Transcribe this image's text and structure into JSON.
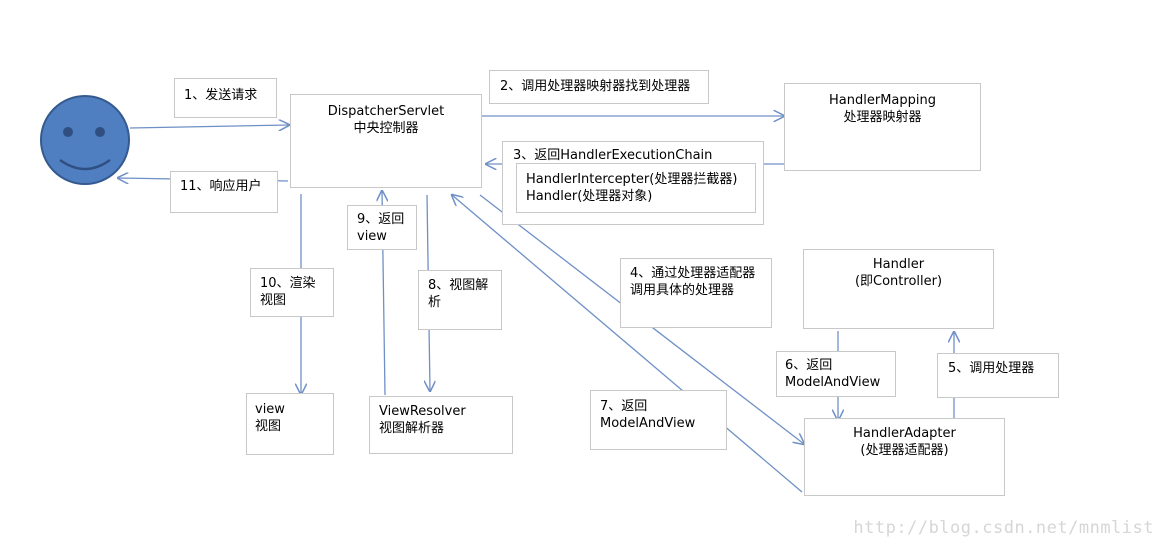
{
  "colors": {
    "user_fill": "#4f7fc0",
    "user_stroke": "#355a90",
    "wire": "#6f90c6",
    "box_border": "#c8c8c8"
  },
  "icons": {
    "user": "smiley-face-icon"
  },
  "nodes": {
    "dispatcher": {
      "line1": "DispatcherServlet",
      "line2": "中央控制器"
    },
    "handler_mapping": {
      "line1": "HandlerMapping",
      "line2": "处理器映射器"
    },
    "execution_chain": {
      "line1": "HandlerIntercepter(处理器拦截器)",
      "line2": "Handler(处理器对象)"
    },
    "handler": {
      "line1": "Handler",
      "line2": "(即Controller)"
    },
    "handler_adapter": {
      "line1": "HandlerAdapter",
      "line2": "(处理器适配器)"
    },
    "view": {
      "line1": "view",
      "line2": "视图"
    },
    "view_resolver": {
      "line1": "ViewResolver",
      "line2": "视图解析器"
    }
  },
  "steps": {
    "s1": "1、发送请求",
    "s2": "2、调用处理器映射器找到处理器",
    "s3": "3、返回HandlerExecutionChain",
    "s4": {
      "line1": "4、通过处理器适配器",
      "line2": "调用具体的处理器"
    },
    "s5": "5、调用处理器",
    "s6": {
      "line1": "6、返回",
      "line2": "ModelAndView"
    },
    "s7": {
      "line1": "7、返回",
      "line2": "ModelAndView"
    },
    "s8": {
      "line1": "8、视图解",
      "line2": "析"
    },
    "s9": {
      "line1": "9、返回",
      "line2": "view"
    },
    "s10": {
      "line1": "10、渲染",
      "line2": "视图"
    },
    "s11": "11、响应用户"
  },
  "watermark": "http://blog.csdn.net/mnmlist"
}
